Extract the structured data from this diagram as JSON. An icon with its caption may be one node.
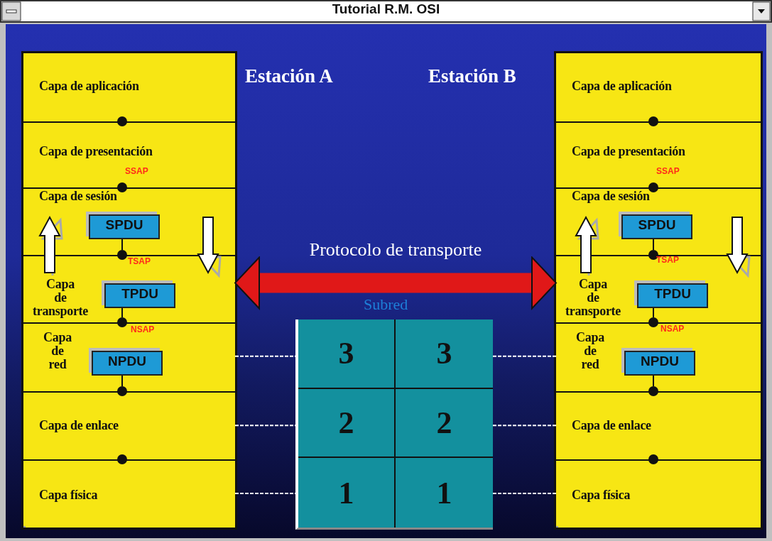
{
  "diagram": {
    "title": "Tutorial R.M. OSI",
    "nodes": [
      {
        "text": [],
        "shape": "box"
      },
      {
        "text": [
          "Capa de aplicación"
        ],
        "in": 0
      },
      {
        "text": [
          "Capa de presentación"
        ],
        "in": 0
      },
      {
        "text": [
          "Capa de sesión"
        ],
        "in": 0
      },
      {
        "text": [
          "Capa de transporte"
        ],
        "in": 0
      },
      {
        "text": [
          "Capa de red"
        ],
        "in": 0
      },
      {
        "text": [
          "Capa de enlace"
        ],
        "in": 0
      },
      {
        "text": [
          "Capa física"
        ],
        "in": 0
      },
      {
        "text": [
          "SPDU"
        ],
        "in": 3
      },
      {
        "text": [
          "TPDU"
        ],
        "in": 4
      },
      {
        "text": [
          "NPDU"
        ],
        "in": 5
      },
      {
        "text": [],
        "shape": "box"
      },
      {
        "text": [
          "Capa de aplicación"
        ],
        "in": 11
      },
      {
        "text": [
          "Capa de presentación"
        ],
        "in": 11
      },
      {
        "text": [
          "Capa de sesión"
        ],
        "in": 11
      },
      {
        "text": [
          "Capa de transporte"
        ],
        "in": 11
      },
      {
        "text": [
          "Capa de red"
        ],
        "in": 11
      },
      {
        "text": [
          "Capa de enlace"
        ],
        "in": 11
      },
      {
        "text": [
          "Capa física"
        ],
        "in": 11
      },
      {
        "text": [
          "SPDU"
        ],
        "in": 14
      },
      {
        "text": [
          "TPDU"
        ],
        "in": 15
      },
      {
        "text": [
          "NPDU"
        ],
        "in": 16
      },
      {
        "text": [],
        "shape": "box"
      },
      {
        "text": [
          "3"
        ],
        "in": 22
      },
      {
        "text": [
          "3"
        ],
        "in": 22
      },
      {
        "text": [
          "2"
        ],
        "in": 22
      },
      {
        "text": [
          "2"
        ],
        "in": 22
      },
      {
        "text": [
          "1"
        ],
        "in": 22
      },
      {
        "text": [
          "1"
        ],
        "in": 22
      },
      {
        "text": [],
        "shape": "circle",
        "in": 0
      },
      {
        "text": [],
        "shape": "circle",
        "in": 0
      },
      {
        "text": [],
        "shape": "circle",
        "in": 0
      },
      {
        "text": [],
        "shape": "circle",
        "in": 11
      },
      {
        "text": [],
        "shape": "circle",
        "in": 11
      },
      {
        "text": [],
        "shape": "circle",
        "in": 11
      }
    ],
    "edges": [
      {
        "from": 4,
        "to": 15,
        "arrow": "both",
        "label": "Protocolo de transporte",
        "style": "thick",
        "color": "#e01818"
      },
      {
        "from": 5,
        "to": 23,
        "arrow": "none",
        "style": "dashed"
      },
      {
        "from": 6,
        "to": 25,
        "arrow": "none",
        "style": "dashed"
      },
      {
        "from": 7,
        "to": 27,
        "arrow": "none",
        "style": "dashed"
      },
      {
        "from": 24,
        "to": 16,
        "arrow": "none",
        "style": "dashed"
      },
      {
        "from": 26,
        "to": 17,
        "arrow": "none",
        "style": "dashed"
      },
      {
        "from": 28,
        "to": 18,
        "arrow": "none",
        "style": "dashed"
      },
      {
        "from": 8,
        "to": 29,
        "arrow": "none",
        "color": "#111111"
      },
      {
        "from": 9,
        "to": 30,
        "arrow": "none",
        "color": "#111111"
      },
      {
        "from": 10,
        "to": 31,
        "arrow": "none",
        "color": "#111111"
      },
      {
        "from": 19,
        "to": 32,
        "arrow": "none",
        "color": "#111111"
      },
      {
        "from": 20,
        "to": 33,
        "arrow": "none",
        "color": "#111111"
      },
      {
        "from": 21,
        "to": 34,
        "arrow": "none",
        "color": "#111111"
      }
    ],
    "labels": [
      "Estación A",
      "Estación B",
      "SSAP",
      "TSAP",
      "NSAP",
      "SSAP",
      "TSAP",
      "NSAP",
      "Subred"
    ]
  }
}
